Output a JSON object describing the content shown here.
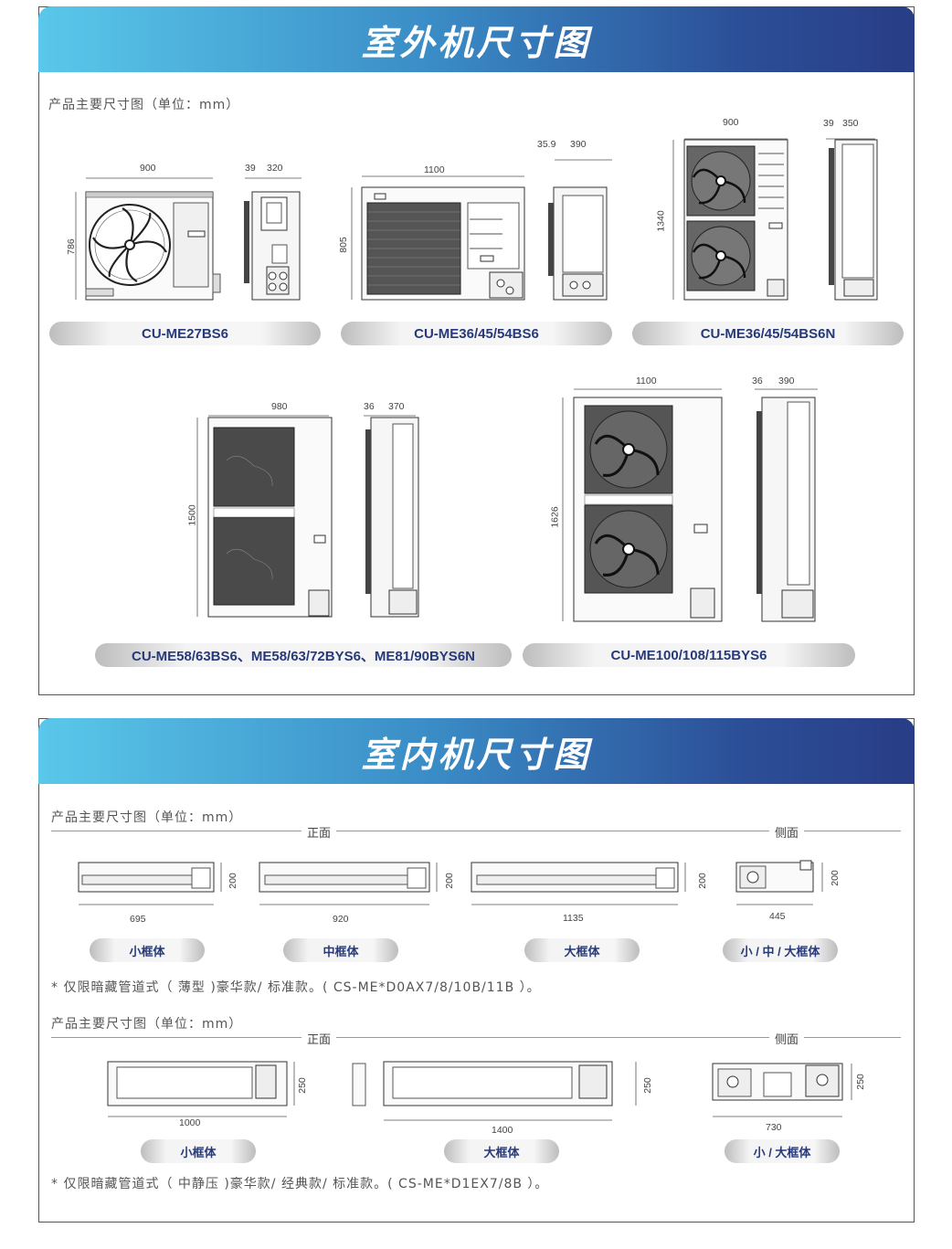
{
  "outdoor": {
    "title": "室外机尺寸图",
    "note": "产品主要尺寸图（单位：mm）",
    "models": [
      {
        "label": "CU-ME27BS6",
        "dims": {
          "width": "900",
          "height": "786",
          "d1": "39",
          "d2": "320"
        }
      },
      {
        "label": "CU-ME36/45/54BS6",
        "dims": {
          "width": "1100",
          "height": "805",
          "d1": "35.9",
          "d2": "390"
        }
      },
      {
        "label": "CU-ME36/45/54BS6N",
        "dims": {
          "width": "900",
          "height": "1340",
          "d1": "39",
          "d2": "350"
        }
      },
      {
        "label": "CU-ME58/63BS6、ME58/63/72BYS6、ME81/90BYS6N",
        "dims": {
          "width": "980",
          "height": "1500",
          "d1": "36",
          "d2": "370"
        }
      },
      {
        "label": "CU-ME100/108/115BYS6",
        "dims": {
          "width": "1100",
          "height": "1626",
          "d1": "36",
          "d2": "390"
        }
      }
    ]
  },
  "indoor": {
    "title": "室内机尺寸图",
    "group1": {
      "note": "产品主要尺寸图（单位：mm）",
      "front_label": "正面",
      "side_label": "侧面",
      "units": [
        {
          "label": "小框体",
          "width": "695",
          "height": "200"
        },
        {
          "label": "中框体",
          "width": "920",
          "height": "200"
        },
        {
          "label": "大框体",
          "width": "1135",
          "height": "200"
        },
        {
          "label": "小 / 中 / 大框体",
          "width": "445",
          "height": "200"
        }
      ],
      "footnote": "* 仅限暗藏管道式（ 薄型 )豪华款/ 标准款。( CS-ME*D0AX7/8/10B/11B ）。"
    },
    "group2": {
      "note": "产品主要尺寸图（单位：mm）",
      "front_label": "正面",
      "side_label": "侧面",
      "units": [
        {
          "label": "小框体",
          "width": "1000",
          "height": "250"
        },
        {
          "label": "大框体",
          "width": "1400",
          "height": "250"
        },
        {
          "label": "小 / 大框体",
          "width": "730",
          "height": "250"
        }
      ],
      "footnote": "* 仅限暗藏管道式（ 中静压 )豪华款/ 经典款/ 标准款。( CS-ME*D1EX7/8B ）。"
    }
  }
}
